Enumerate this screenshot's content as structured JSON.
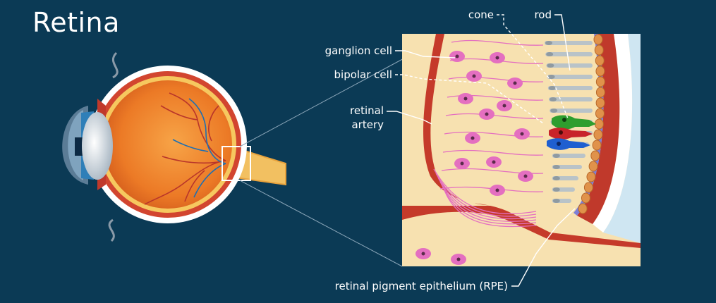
{
  "title": "Retina",
  "labels": {
    "cone": "cone",
    "rod": "rod",
    "ganglion_cell": "ganglion cell",
    "bipolar_cell": "bipolar cell",
    "retinal_artery_line1": "retinal",
    "retinal_artery_line2": "artery",
    "rpe": "retinal pigment epithelium (RPE)"
  },
  "colors": {
    "background": "#0b3a55",
    "sclera": "#ffffff",
    "choroid": "#c0392b",
    "retina": "#f6c85f",
    "vitreous": "#f08a2c",
    "lens": "#dfe6ec",
    "iris": "#2f7fb8",
    "cornea": "#5a7a93",
    "ganglion": "#e46fc0",
    "cone_green": "#2e9e2e",
    "cone_red": "#c8242a",
    "cone_blue": "#1f5fd0",
    "rpe": "#e0924a",
    "rod": "#b9c3c8"
  }
}
